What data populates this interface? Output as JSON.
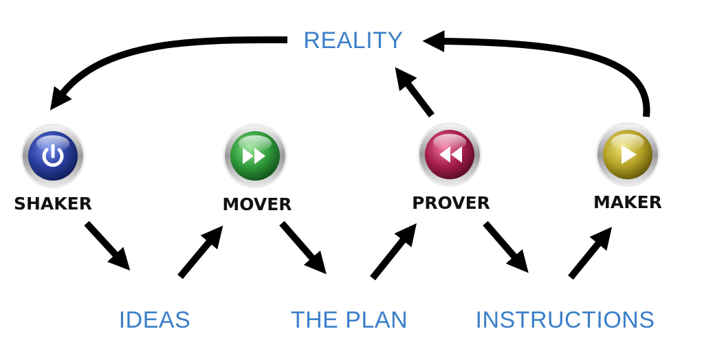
{
  "top": {
    "label": "REALITY"
  },
  "roles": [
    {
      "label": "SHAKER",
      "icon": "power-icon",
      "color": "#2a3f9e"
    },
    {
      "label": "MOVER",
      "icon": "fast-forward-icon",
      "color": "#2f9a3a"
    },
    {
      "label": "PROVER",
      "icon": "rewind-icon",
      "color": "#a81e4e"
    },
    {
      "label": "MAKER",
      "icon": "play-icon",
      "color": "#b5a326"
    }
  ],
  "outputs": [
    {
      "label": "IDEAS"
    },
    {
      "label": "THE PLAN"
    },
    {
      "label": "INSTRUCTIONS"
    }
  ],
  "colors": {
    "label_blue": "#3a7fc9",
    "arrow": "#000000"
  }
}
